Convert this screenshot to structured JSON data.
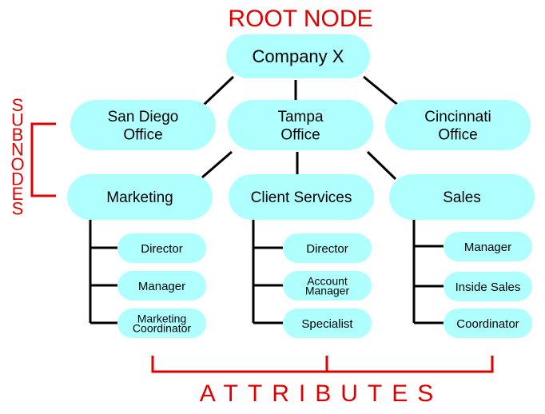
{
  "title": "ROOT NODE",
  "root": "Company X",
  "offices": [
    {
      "line1": "San Diego",
      "line2": "Office"
    },
    {
      "line1": "Tampa",
      "line2": "Office"
    },
    {
      "line1": "Cincinnati",
      "line2": "Office"
    }
  ],
  "departments": [
    {
      "label": "Marketing",
      "attributes": [
        [
          "Director"
        ],
        [
          "Manager"
        ],
        [
          "Marketing",
          "Coordinator"
        ]
      ]
    },
    {
      "label": "Client Services",
      "attributes": [
        [
          "Director"
        ],
        [
          "Account",
          "Manager"
        ],
        [
          "Specialist"
        ]
      ]
    },
    {
      "label": "Sales",
      "attributes": [
        [
          "Manager"
        ],
        [
          "Inside Sales"
        ],
        [
          "Coordinator"
        ]
      ]
    }
  ],
  "subnodes_label": "SUBNODES",
  "attributes_label": "ATTRIBUTES",
  "colors": {
    "node": "#b0ffff",
    "annotation": "#e00000"
  }
}
